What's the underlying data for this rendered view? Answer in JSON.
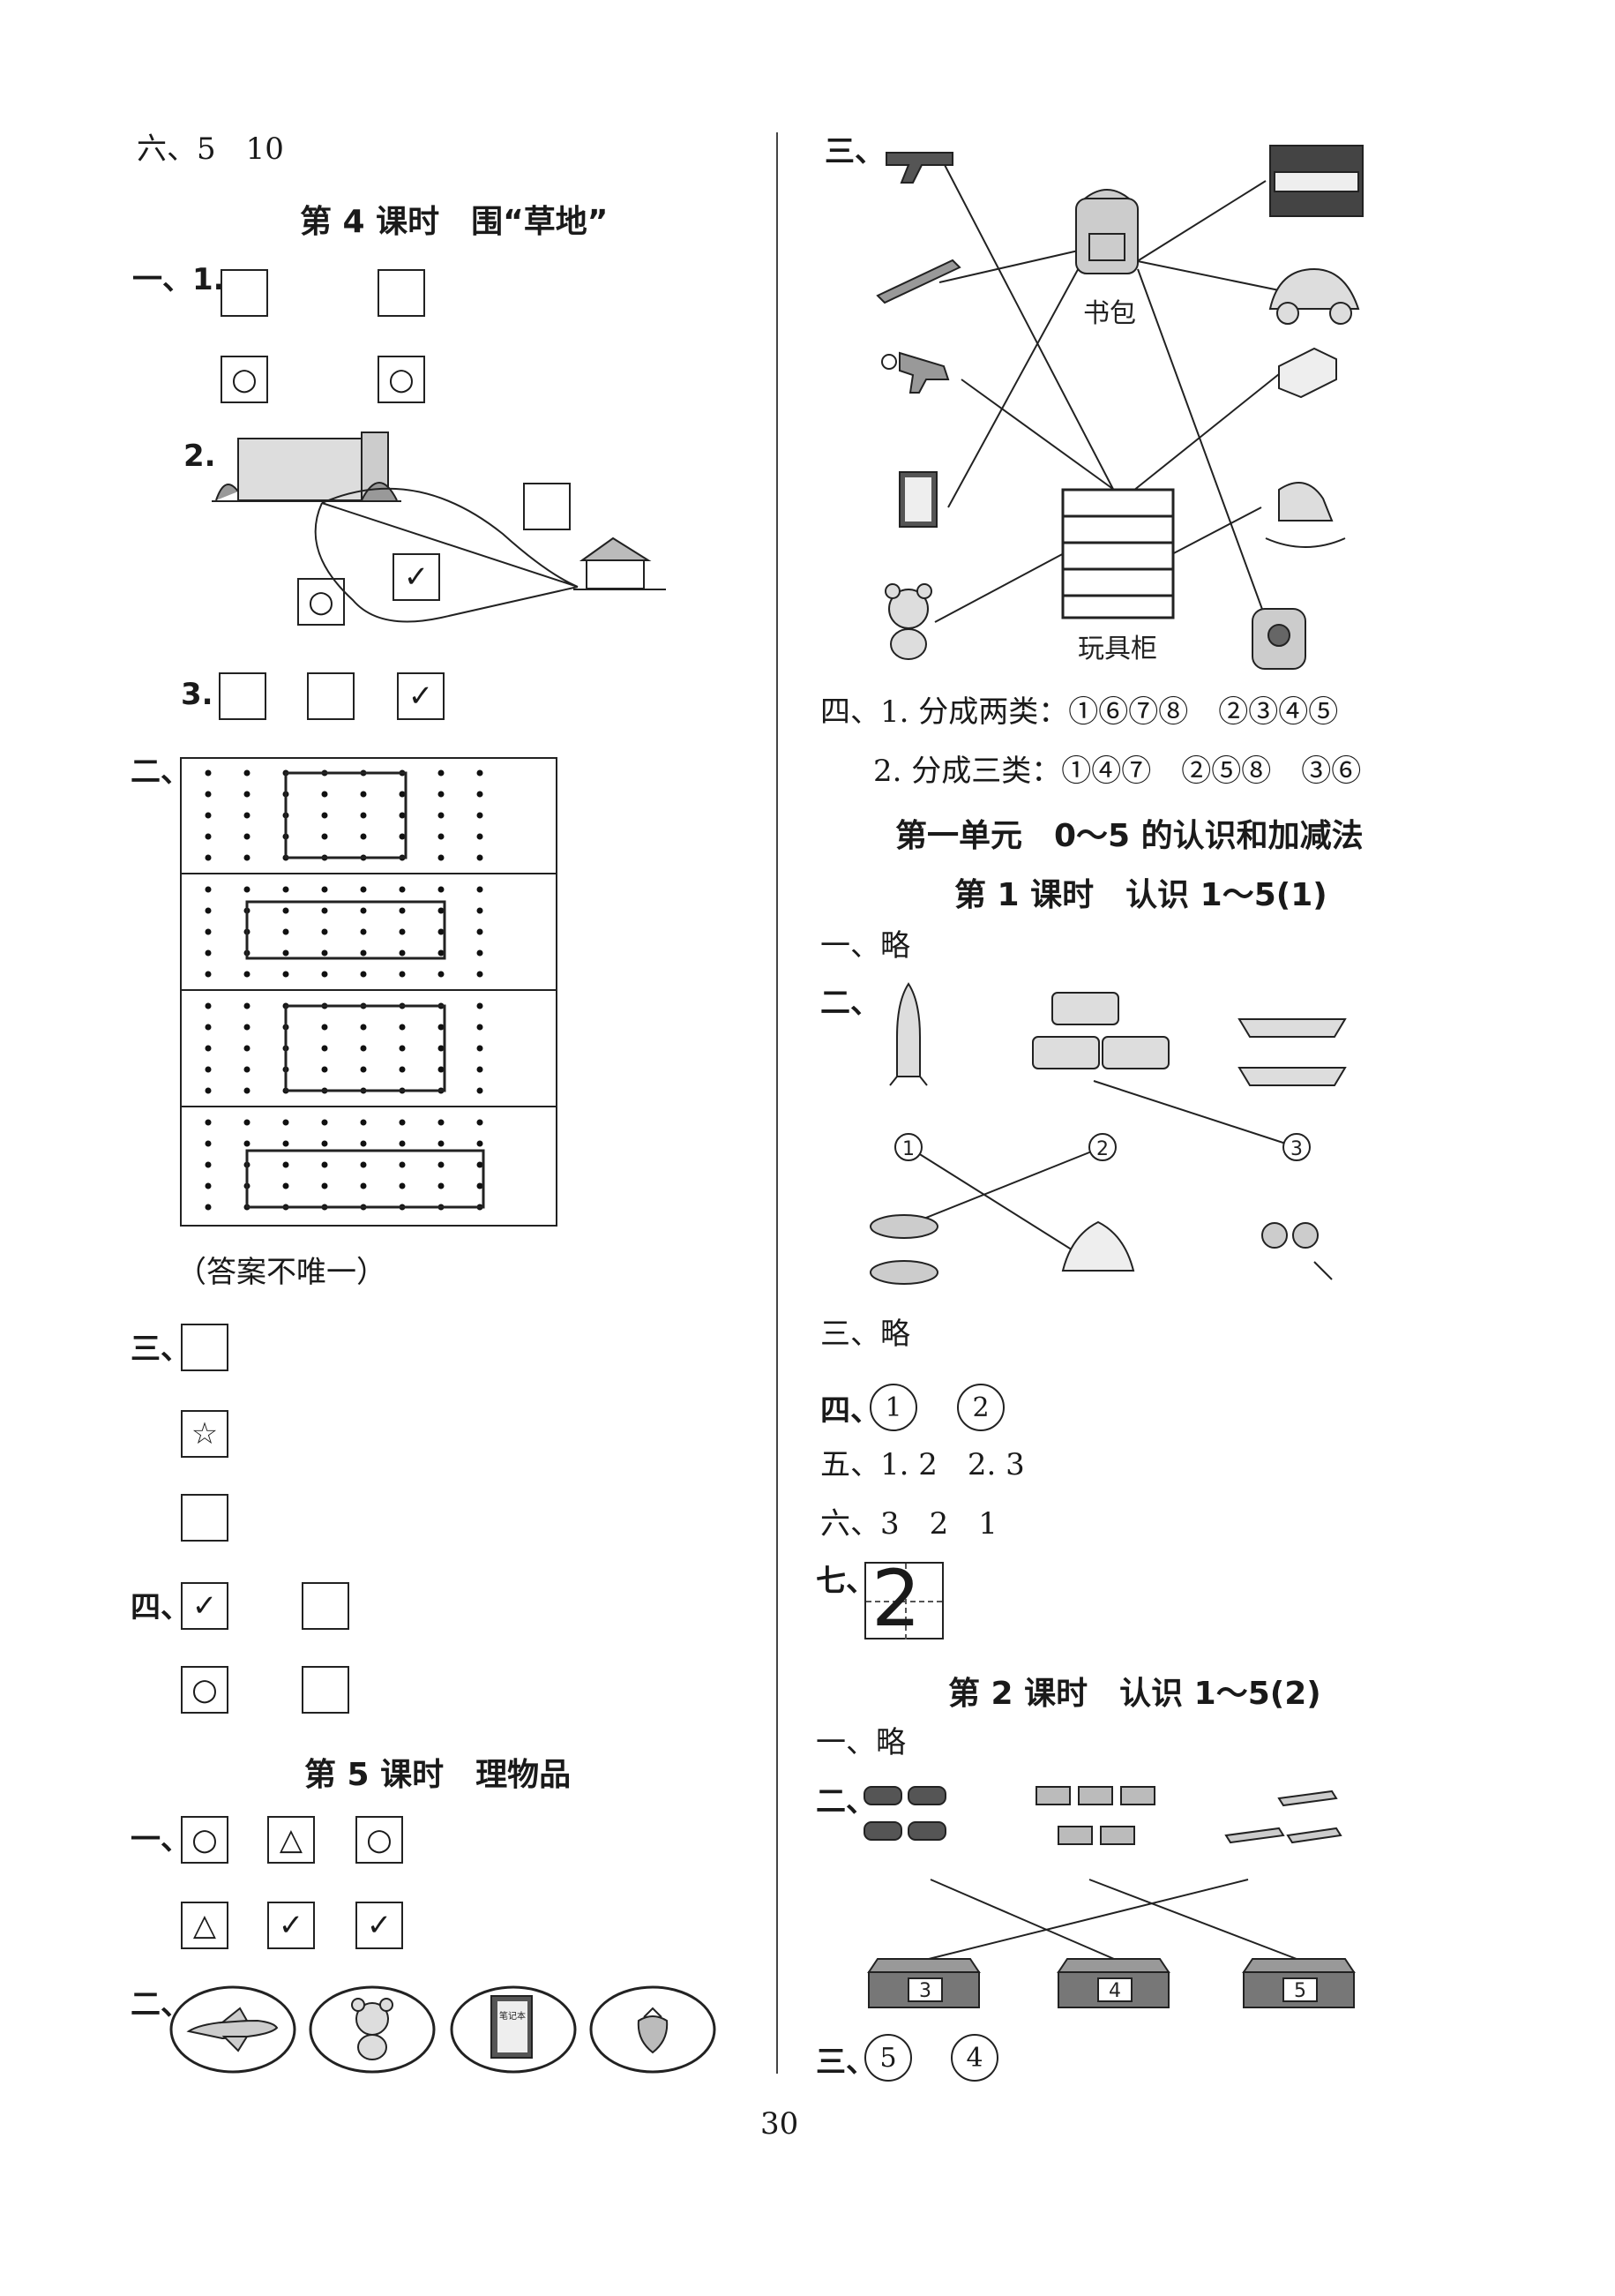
{
  "left": {
    "s6_prev": "六、5　10",
    "lesson4_title": "第 4 课时　围“草地”",
    "l4_q1_label": "一、1.",
    "l4_q2_label": "2.",
    "l4_q3_label": "3.",
    "l4_s2_label": "二、",
    "l4_note": "（答案不唯一）",
    "l4_s3_label": "三、",
    "l4_s4_label": "四、",
    "lesson5_title": "第 5 课时　理物品",
    "l5_s1_label": "一、",
    "l5_s2_label": "二、",
    "marks": {
      "circle": "○",
      "check": "✓",
      "star": "☆",
      "triangle": "△"
    },
    "notebook_text": "笔记本"
  },
  "right": {
    "s3_label": "三、",
    "bag_label": "书包",
    "cabinet_label": "玩具柜",
    "s4_q1": "四、1. 分成两类：①⑥⑦⑧　②③④⑤",
    "s4_q2": "2. 分成三类：①④⑦　②⑤⑧　③⑥",
    "unit1_title": "第一单元　0～5 的认识和加减法",
    "lesson1_title": "第 1 课时　认识 1～5(1)",
    "l1_s1": "一、略",
    "l1_s2_label": "二、",
    "l1_nums": [
      "1",
      "2",
      "3"
    ],
    "l1_s3": "三、略",
    "l1_s4_label": "四、",
    "l1_s4_circles": [
      "1",
      "2"
    ],
    "l1_s5": "五、1. 2　2. 3",
    "l1_s6": "六、3　2　1",
    "l1_s7_label": "七、",
    "l1_s7_digit": "2",
    "lesson2_title": "第 2 课时　认识 1～5(2)",
    "l2_s1": "一、略",
    "l2_s2_label": "二、",
    "l2_box_nums": [
      "3",
      "4",
      "5"
    ],
    "l2_s3_label": "三、",
    "l2_s3_circles": [
      "5",
      "4"
    ]
  },
  "page_number": "30"
}
